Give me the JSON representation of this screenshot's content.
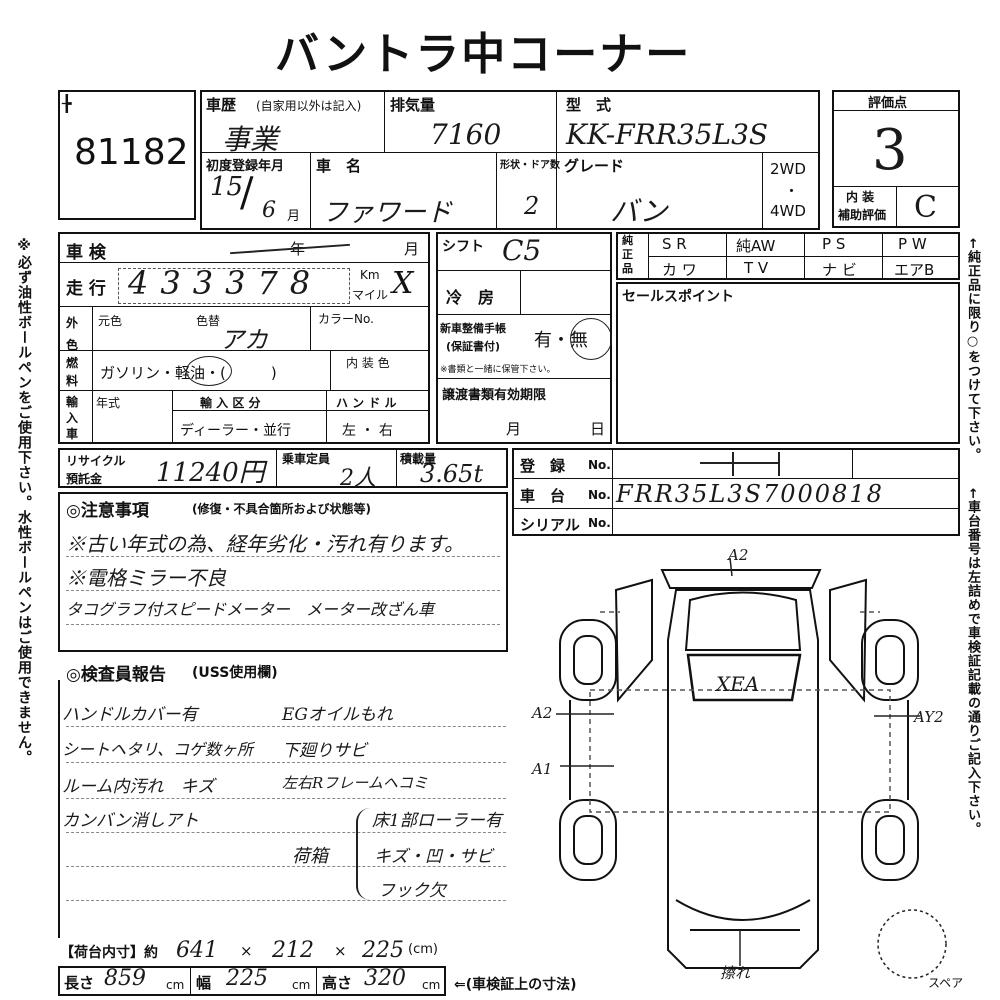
{
  "title": "バントラ中コーナー",
  "lot_number": "81182",
  "history": {
    "label": "車歴",
    "sub": "(自家用以外は記入)",
    "value": "事業"
  },
  "displacement": {
    "label": "排気量",
    "value": "7160"
  },
  "model": {
    "label": "型　式",
    "value": "KK-FRR35L3S"
  },
  "rating": {
    "label": "評価点",
    "value": "3"
  },
  "interior_rating": {
    "label1": "内 装",
    "label2": "補助評価",
    "value": "C"
  },
  "first_reg": {
    "label": "初度登録年月",
    "year": "15",
    "month": "6",
    "month_unit": "月"
  },
  "car_name": {
    "label": "車　名",
    "value": "ファワード"
  },
  "shape_doors": {
    "label": "形状・ドア数",
    "value": "2"
  },
  "grade": {
    "label": "グレード",
    "value": "バン"
  },
  "drive": {
    "opt1": "2WD",
    "dot": "・",
    "opt2": "4WD"
  },
  "inspection": {
    "label": "車 検",
    "year_unit": "年",
    "month_unit": "月"
  },
  "mileage": {
    "label": "走 行",
    "value": "433378",
    "unit1": "Km",
    "unit2": "マイル"
  },
  "color": {
    "label": "外 色",
    "original": "元色",
    "paint": "色替",
    "value": "アカ",
    "code_label": "カラーNo."
  },
  "fuel": {
    "label": "燃 料",
    "options": "ガソリン・軽油・(　　　)",
    "interior_color_label": "内 装 色"
  },
  "import": {
    "label": "輸入車",
    "year_label": "年式",
    "class_label": "輸 入 区 分",
    "class_options": "ディーラー・並行",
    "handle_label": "ハ ン ド ル",
    "handle_options": "左 ・ 右"
  },
  "recycle": {
    "label1": "リサイクル",
    "label2": "預託金",
    "value": "11240円"
  },
  "capacity": {
    "label": "乗車定員",
    "value": "2人"
  },
  "load": {
    "label": "積載量",
    "value": "3.65t"
  },
  "shift": {
    "label": "シフト",
    "value": "C5"
  },
  "ac": {
    "label": "冷　房"
  },
  "warranty": {
    "label1": "新車整備手帳",
    "label2": "(保証書付)",
    "options": "有・無",
    "note": "※書類と一緒に保管下さい。"
  },
  "transfer": {
    "label": "譲渡書類有効期限",
    "month": "月",
    "day": "日"
  },
  "options_grid": {
    "label": "純正品",
    "row1": [
      "S R",
      "純AW",
      "P S",
      "P W"
    ],
    "row2": [
      "カ ワ",
      "T V",
      "ナ ビ",
      "エアB"
    ]
  },
  "sales_point": {
    "label": "セールスポイント"
  },
  "registration": {
    "label": "登　録",
    "no": "No.",
    "value": ""
  },
  "chassis": {
    "label": "車　台",
    "no": "No.",
    "value": "FRR35L3S7000818"
  },
  "serial": {
    "label": "シリアル",
    "no": "No."
  },
  "notes": {
    "label": "◎注意事項",
    "sub": "(修復・不具合箇所および状態等)",
    "lines": [
      "※古い年式の為、経年劣化・汚れ有ります。",
      "※電格ミラー不良",
      "タコグラフ付スピードメーター　メーター改ざん車"
    ]
  },
  "inspector": {
    "label": "◎検査員報告",
    "sub": "(USS使用欄)",
    "left": [
      "ハンドルカバー有",
      "シートヘタリ、コゲ数ヶ所",
      "ルーム内汚れ　キズ",
      "カンバン消しアト"
    ],
    "right": [
      "EGオイルもれ",
      "下廻りサビ",
      "左右Rフレームヘコミ"
    ],
    "bracket_label": "荷箱",
    "bracket_items": [
      "床1部ローラー有",
      "キズ・凹・サビ",
      "フック欠"
    ]
  },
  "diagram": {
    "roof": "A2",
    "left_top": "A2",
    "left_bottom": "A1",
    "right": "AY2",
    "windshield": "XEA",
    "bottom": "擦れ",
    "spare": "スペア"
  },
  "cargo": {
    "label": "【荷台内寸】約",
    "l": "641",
    "w": "212",
    "h": "225",
    "x": "×",
    "unit": "(cm)"
  },
  "dims": {
    "l_label": "長さ",
    "l": "859",
    "w_label": "幅",
    "w": "225",
    "h_label": "高さ",
    "h": "320",
    "unit": "cm",
    "note": "⇐(車検証上の寸法)"
  },
  "side_left": "※必ず油性ボールペンをご使用下さい。水性ボールペンはご使用できません。",
  "side_right_top": "←純正品に限り○をつけて下さい。",
  "side_right_bottom": "←車台番号は左詰めで車検証記載の通りご記入下さい。"
}
